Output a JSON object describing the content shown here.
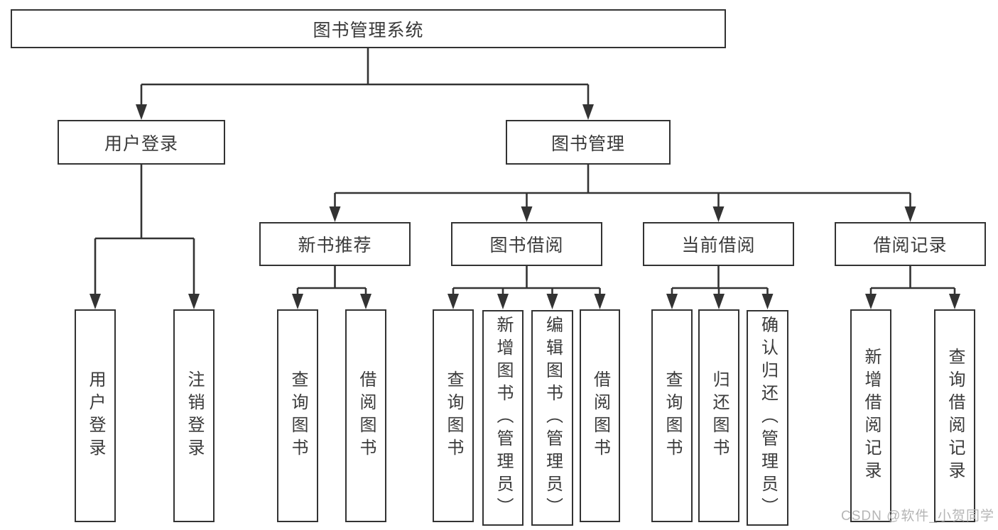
{
  "diagram": {
    "root": {
      "label": "图书管理系统"
    },
    "branches": [
      {
        "label": "用户登录",
        "children": [
          {
            "label": "用户登录"
          },
          {
            "label": "注销登录"
          }
        ]
      },
      {
        "label": "图书管理",
        "children": [
          {
            "label": "新书推荐",
            "children": [
              {
                "label": "查询图书"
              },
              {
                "label": "借阅图书"
              }
            ]
          },
          {
            "label": "图书借阅",
            "children": [
              {
                "label": "查询图书"
              },
              {
                "label": "新增图书（管理员）"
              },
              {
                "label": "编辑图书（管理员）"
              },
              {
                "label": "借阅图书"
              }
            ]
          },
          {
            "label": "当前借阅",
            "children": [
              {
                "label": "查询图书"
              },
              {
                "label": "归还图书"
              },
              {
                "label": "确认归还（管理员）"
              }
            ]
          },
          {
            "label": "借阅记录",
            "children": [
              {
                "label": "新增借阅记录"
              },
              {
                "label": "查询借阅记录"
              }
            ]
          }
        ]
      }
    ]
  },
  "watermark": {
    "text": "CSDN @软件_小贺同学"
  },
  "colors": {
    "line": "#333333",
    "text": "#3a3a3a",
    "background": "#ffffff",
    "watermark": "#b5b5b5"
  }
}
